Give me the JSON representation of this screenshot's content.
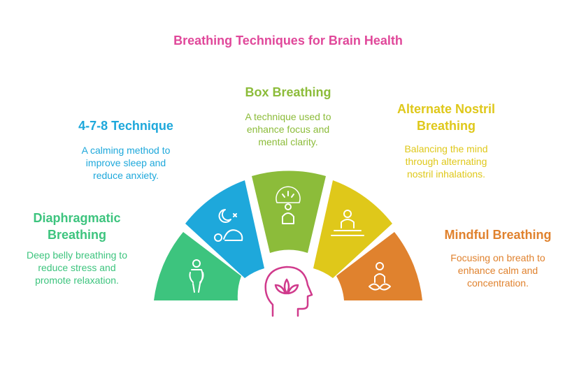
{
  "title": "Breathing Techniques for Brain Health",
  "colors": {
    "title": "#e0489a",
    "diaphragmatic": "#3dc47e",
    "four_seven_eight": "#1ea8db",
    "box": "#8cbc3a",
    "alternate": "#dfc81a",
    "mindful": "#e0822e",
    "head": "#d03a8c"
  },
  "techniques": [
    {
      "id": "diaphragmatic",
      "title": [
        "Diaphragmatic",
        "Breathing"
      ],
      "description": [
        "Deep belly breathing to",
        "reduce stress and",
        "promote relaxation."
      ],
      "icon": "standing-person-icon"
    },
    {
      "id": "four_seven_eight",
      "title": [
        "4-7-8 Technique"
      ],
      "description": [
        "A calming method to",
        "improve sleep and",
        "reduce anxiety."
      ],
      "icon": "sleeping-person-moon-icon"
    },
    {
      "id": "box",
      "title": [
        "Box Breathing"
      ],
      "description": [
        "A technique used to",
        "enhance focus and",
        "mental clarity."
      ],
      "icon": "focused-meditator-icon"
    },
    {
      "id": "alternate",
      "title": [
        "Alternate Nostril",
        "Breathing"
      ],
      "description": [
        "Balancing the mind",
        "through alternating",
        "nostril inhalations."
      ],
      "icon": "seated-meditator-icon"
    },
    {
      "id": "mindful",
      "title": [
        "Mindful Breathing"
      ],
      "description": [
        "Focusing on breath to",
        "enhance calm and",
        "concentration."
      ],
      "icon": "lotus-pose-person-icon"
    }
  ],
  "center_icon": "head-with-lotus-icon"
}
